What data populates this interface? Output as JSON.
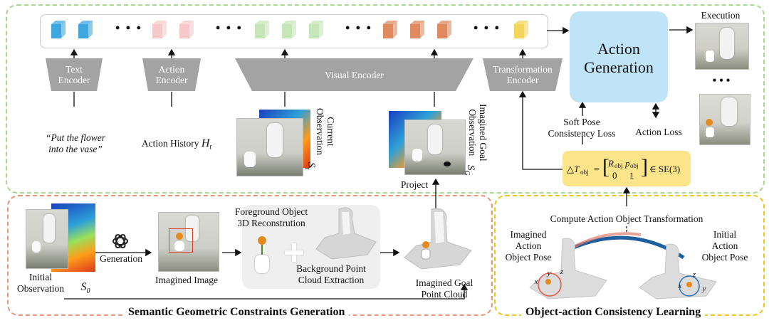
{
  "colors": {
    "green_dash": "#a8d88a",
    "orange_dash": "#e8957a",
    "yellow_dash": "#f0c419",
    "encoder_fill": "#9b9b9b",
    "action_gen_fill": "#bfe3f7",
    "formula_fill": "#fbe48a",
    "cube_blue": "#3fa7e0",
    "cube_pink": "#f5c9c9",
    "cube_green": "#c5e6b8",
    "cube_orange": "#e08a60",
    "cube_yellow": "#f2d65a"
  },
  "encoders": {
    "text": "Text\nEncoder",
    "action": "Action\nEncoder",
    "visual": "Visual Encoder",
    "transformation": "Transformation\nEncoder"
  },
  "token_dots": "• • •",
  "action_generation": "Action\nGeneration",
  "execution_label": "Execution",
  "ellipsis": "• • •",
  "soft_pose_loss": "Soft Pose\nConsistency Loss",
  "action_loss": "Action Loss",
  "formula": "△T_obj = [R_obj p_obj ; 0 1] ∈ SE(3)",
  "formula_parts": {
    "lhs": "△T",
    "lhs_sub": "obj",
    "eq": "=",
    "r": "R",
    "r_sub": "obj",
    "p": "p",
    "p_sub": "obj",
    "zero": "0",
    "one": "1",
    "rhs": "∈ SE(3)"
  },
  "instruction": "“Put the flower\ninto the vase”",
  "action_history": "Action History",
  "action_history_sym": "H",
  "action_history_sub": "t",
  "current_obs": "Current\nObservation",
  "current_obs_sym": "S",
  "current_obs_sub": "t",
  "imagined_goal_obs": "Imagined Goal\nObservation",
  "imagined_goal_obs_sym": "S",
  "imagined_goal_obs_sub": "G",
  "project": "Project",
  "initial_obs": "Initial\nObservation",
  "initial_obs_sym": "S",
  "initial_obs_sub": "0",
  "generation": "Generation",
  "imagined_image": "Imagined Image",
  "fg_reconstruction": "Foreground Object\n3D Reconstrution",
  "bg_extraction": "Background Point\nCloud Extraction",
  "imagined_goal_pc": "Imagined Goal\nPoint Cloud",
  "compute_transform": "Compute Action Object Transformation",
  "imagined_action_pose": "Imagined\nAction\nObject Pose",
  "initial_action_pose": "Initial\nAction\nObject Pose",
  "axis_x": "x",
  "axis_y": "y",
  "axis_z": "z",
  "section_semantic": "Semantic Geometric Constraints Generation",
  "section_object_action": "Object-action Consistency Learning"
}
